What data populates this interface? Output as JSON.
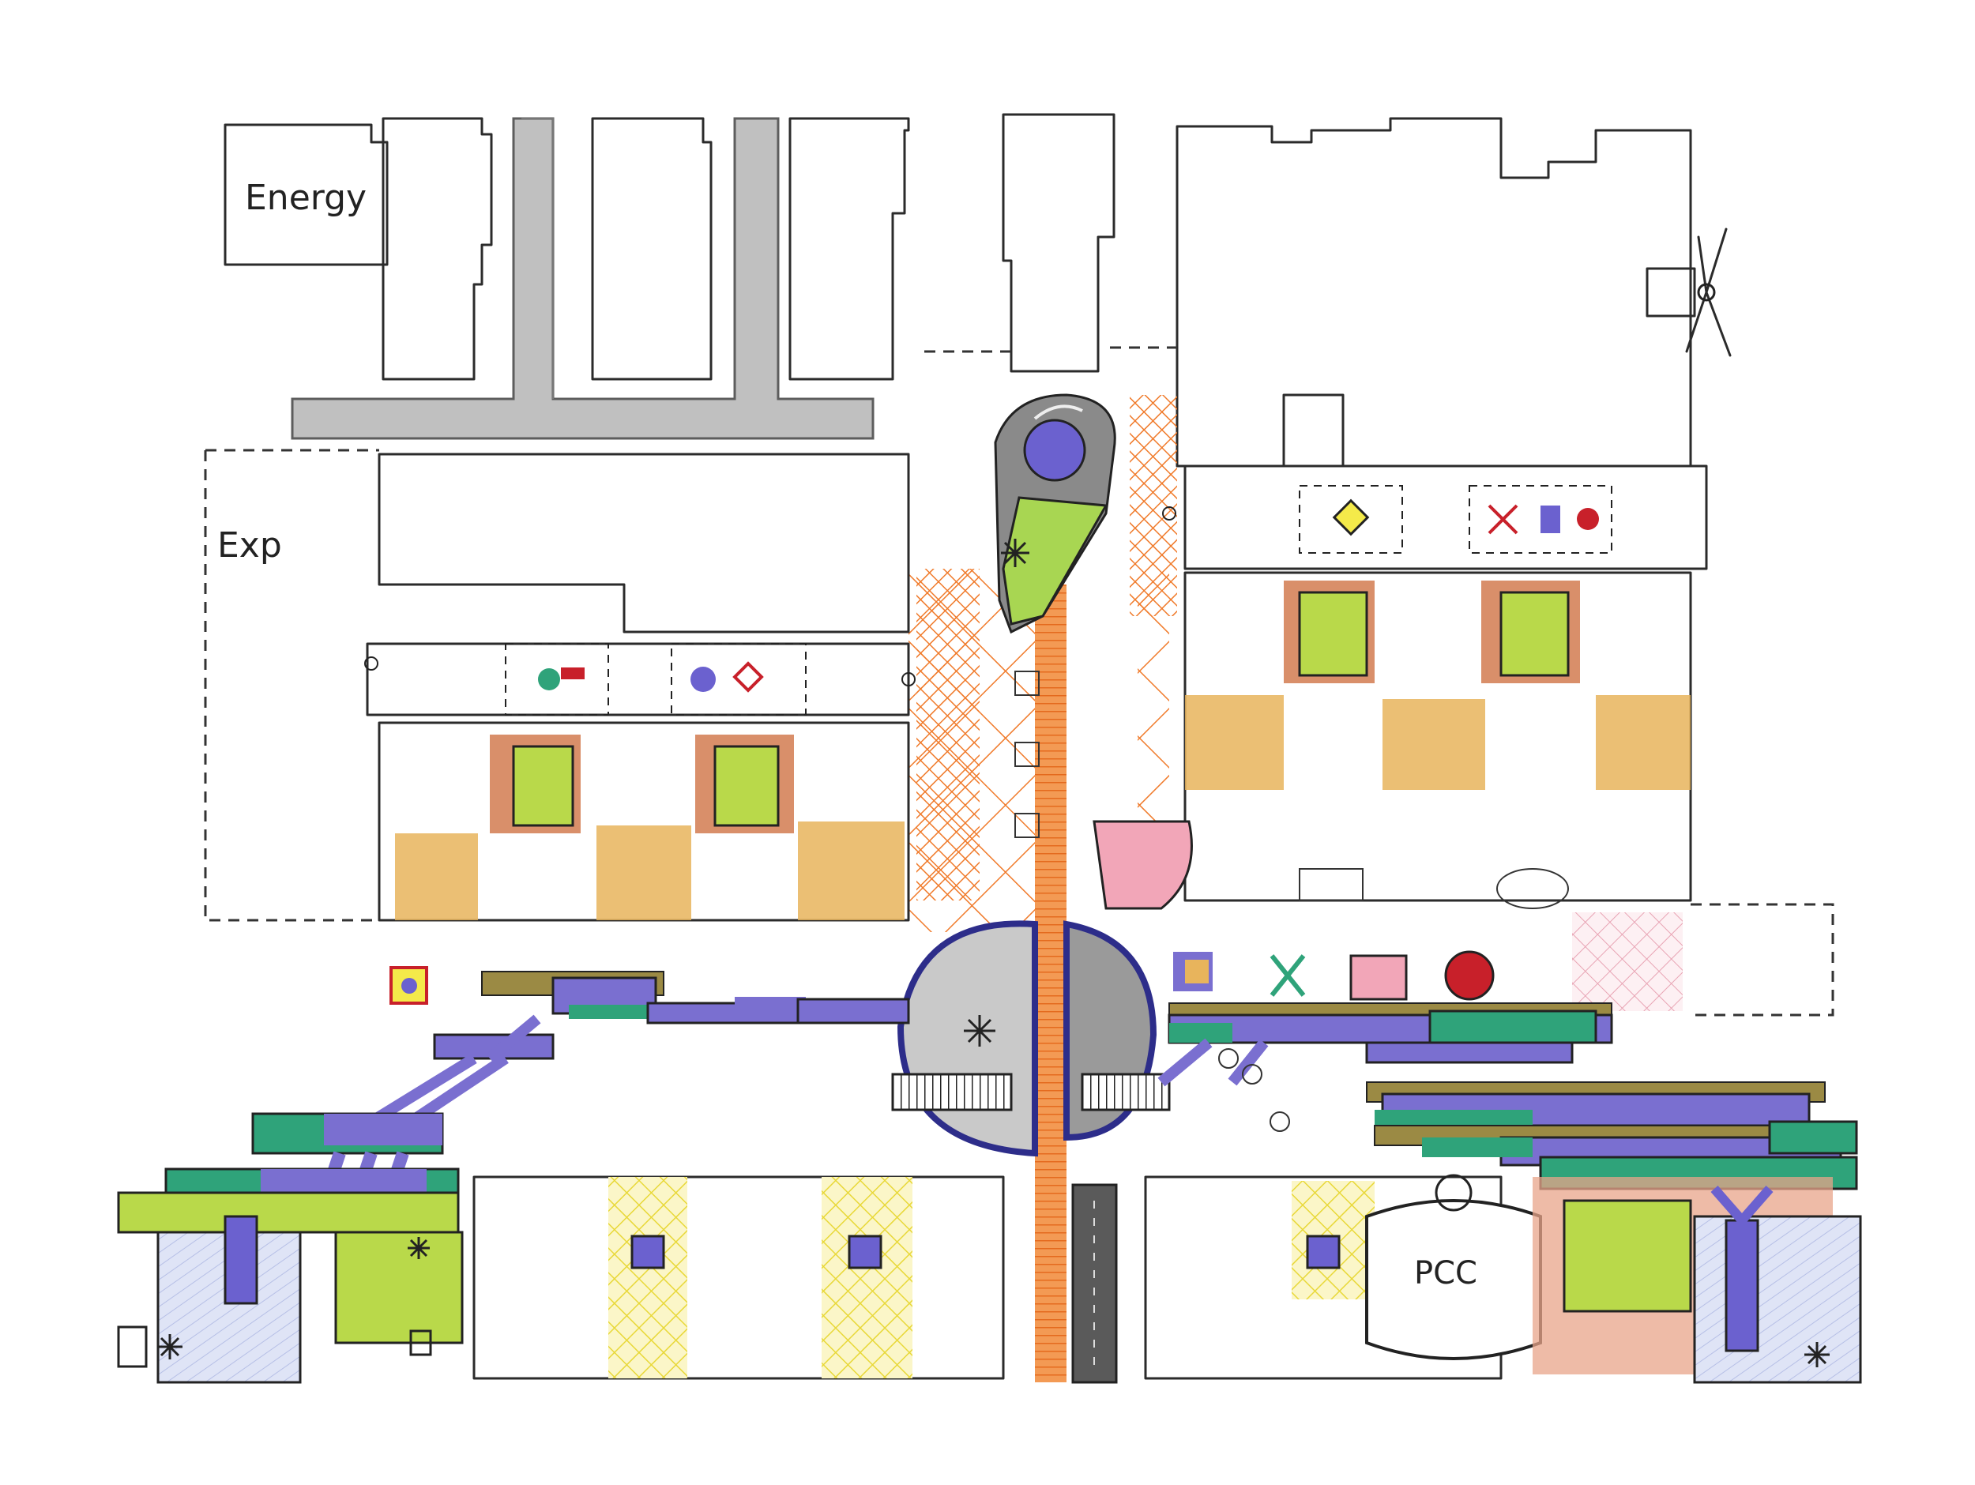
{
  "labels": {
    "energy": "Energy",
    "exp": "Exp",
    "pcc": "PCC"
  },
  "colors": {
    "paper": "#ffffff",
    "pencil": "#2b2b2b",
    "corridor_grey": "#b8b8b8",
    "spine_orange": "#f07a2a",
    "lime": "#b9d94a",
    "violet": "#7a6fd0",
    "teal": "#2fa37a",
    "ochre": "#e8b45c",
    "yellow_hatch": "#f4ea4a",
    "pink": "#f2a6b8",
    "red": "#c8202a",
    "brown": "#b07a3a"
  },
  "icons": [
    "pinwheel-icon",
    "asterisk-icon",
    "valve-icon",
    "stair-icon",
    "roundabout-icon"
  ]
}
